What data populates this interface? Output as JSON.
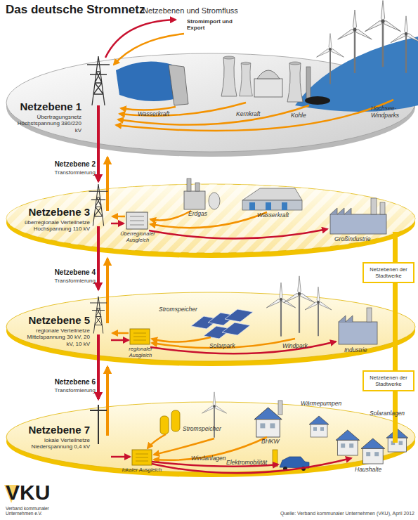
{
  "diagram": {
    "title": "Das deutsche Stromnetz",
    "caption": "Quelle: Verband kommunaler Unternehmen (VKU), April 2012",
    "nodes": [
      {
        "text": [
          "Netzebene 1",
          "Übertragungsnetz Höchstspannung 380/220 kV"
        ]
      },
      {
        "text": [
          "Netzebene 3",
          "überregionale Verteilnetze Hochspannung 110 kV"
        ]
      },
      {
        "text": [
          "Netzebenen der Stadtwerke"
        ]
      },
      {
        "text": [
          "Netzebene 5",
          "regionale Verteilnetze Mittelspannung 30 kV, 20 kV, 10 kV"
        ]
      },
      {
        "text": [
          "Netzebenen der Stadtwerke"
        ]
      },
      {
        "text": [
          "Netzebene 7",
          "lokale Verteilnetze Niederspannung 0,4 kV"
        ]
      }
    ],
    "edges": [
      {
        "from": 0,
        "to": 1,
        "arrow": "to"
      },
      {
        "from": 1,
        "to": 0,
        "arrow": "to"
      },
      {
        "from": 1,
        "to": 3,
        "arrow": "to"
      },
      {
        "from": 3,
        "to": 1,
        "arrow": "to"
      },
      {
        "from": 3,
        "to": 5,
        "arrow": "to"
      },
      {
        "from": 5,
        "to": 3,
        "arrow": "to"
      }
    ],
    "labels": [
      "Netzebenen und Stromfluss",
      "Stromimport und Export",
      "Wasserkraft",
      "Kernkraft",
      "Kohle",
      "Hochsee-Windparks",
      "Netzebene 2",
      "Transformierung",
      "Erdgas",
      "Wasserkraft",
      "Überregionaler Ausgleich",
      "Großindustrie",
      "Netzebene 4",
      "Transformierung",
      "Stromspeicher",
      "Solarpark",
      "Windpark",
      "regionaler Ausgleich",
      "Industrie",
      "Netzebene 6",
      "Transformierung",
      "Stromspeicher",
      "Windanlagen",
      "BHKW",
      "Wärmepumpen",
      "Solaranlagen",
      "Elektromobilität",
      "lokaler Ausgleich",
      "Haushalte",
      "VKU",
      "Verband kommunaler Unternehmen e.V."
    ]
  }
}
